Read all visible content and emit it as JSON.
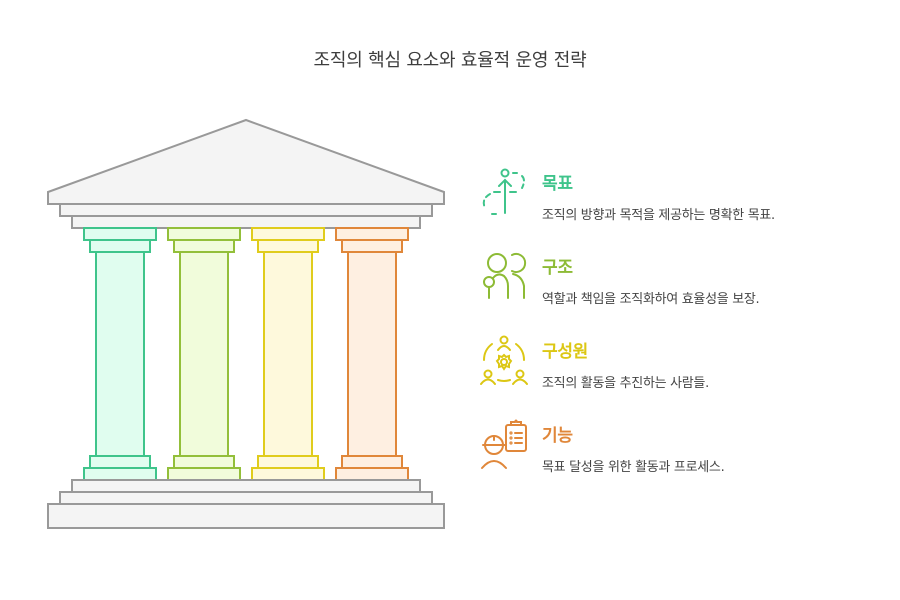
{
  "title": "조직의 핵심 요소와 효율적 운영 전략",
  "colors": {
    "frame_stroke": "#999999",
    "frame_fill": "#f4f4f4",
    "pillar_1_stroke": "#3fc48b",
    "pillar_1_fill": "#e0fdef",
    "pillar_2_stroke": "#93bf3a",
    "pillar_2_fill": "#f1fcdb",
    "pillar_3_stroke": "#e0cc1c",
    "pillar_3_fill": "#fef9dc",
    "pillar_4_stroke": "#e0873a",
    "pillar_4_fill": "#feefe1"
  },
  "items": [
    {
      "label": "목표",
      "description": "조직의 방향과 목적을 제공하는 명확한 목표.",
      "icon": "goal-arrow-icon",
      "color": "#3fc48b"
    },
    {
      "label": "구조",
      "description": "역할과 책임을 조직화하여 효율성을 보장.",
      "icon": "people-group-icon",
      "color": "#8dbb35"
    },
    {
      "label": "구성원",
      "description": "조직의 활동을 추진하는 사람들.",
      "icon": "team-gear-icon",
      "color": "#dcc714"
    },
    {
      "label": "기능",
      "description": "목표 달성을 위한 활동과 프로세스.",
      "icon": "worker-checklist-icon",
      "color": "#e0873a"
    }
  ]
}
